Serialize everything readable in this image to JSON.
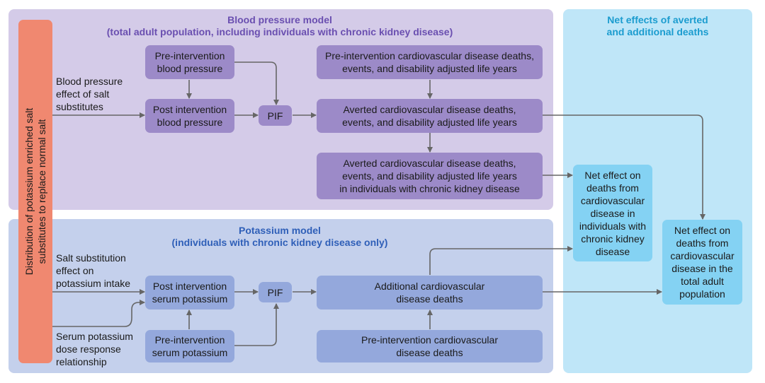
{
  "colors": {
    "bp_panel": "#d4cbe8",
    "k_panel": "#c4d0ec",
    "net_panel": "#bfe6f8",
    "bp_box": "#9c8ac8",
    "k_box": "#94a8dc",
    "net_box": "#84d2f3",
    "vertical_bar": "#f08870",
    "arrow": "#666666",
    "title_bp": "#6a4fb0",
    "title_k": "#2f5fb8",
    "title_net": "#1b9ccf"
  },
  "side_bar": {
    "label": "Distribution of potassium enriched salt\nsubstitutes to replace normal salt"
  },
  "blood_pressure_model": {
    "title": "Blood pressure model",
    "subtitle": "(total adult population, including individuals with chronic kidney disease)",
    "input_label": "Blood pressure\neffect of salt\nsubstitutes",
    "pre_bp": "Pre-intervention\nblood pressure",
    "post_bp": "Post intervention\nblood pressure",
    "pif": "PIF",
    "pre_cvd": "Pre-intervention cardiovascular disease deaths,\nevents, and disability adjusted life years",
    "averted_cvd": "Averted cardiovascular disease deaths,\nevents, and disability adjusted life years",
    "averted_ckd": "Averted cardiovascular disease deaths,\nevents, and disability adjusted life years\nin individuals with chronic kidney disease"
  },
  "potassium_model": {
    "title": "Potassium model",
    "subtitle": "(individuals with chronic kidney disease only)",
    "input_label_1": "Salt substitution\neffect on\npotassium intake",
    "input_label_2": "Serum potassium\ndose response\nrelationship",
    "post_k": "Post intervention\nserum potassium",
    "pre_k": "Pre-intervention\nserum potassium",
    "pif": "PIF",
    "additional_deaths": "Additional cardiovascular\ndisease deaths",
    "pre_deaths": "Pre-intervention cardiovascular\ndisease deaths"
  },
  "net_effects": {
    "title": "Net effects of averted\nand additional deaths",
    "ckd_box": "Net effect on\ndeaths from\ncardiovascular\ndisease in\nindividuals with\nchronic kidney\ndisease",
    "total_box": "Net effect on\ndeaths from\ncardiovascular\ndisease in the\ntotal adult\npopulation"
  }
}
